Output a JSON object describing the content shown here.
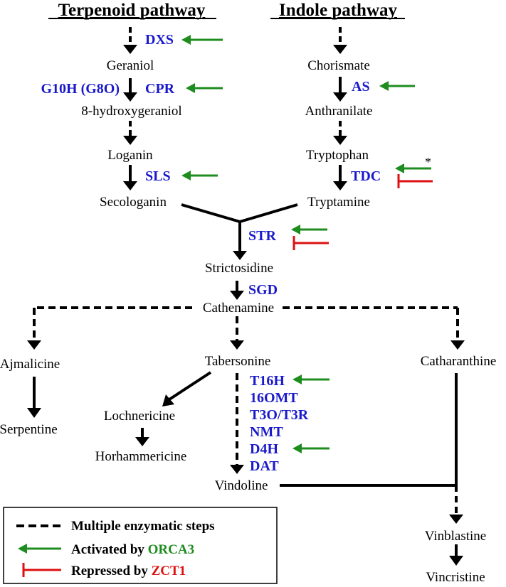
{
  "headers": {
    "terpenoid": "Terpenoid pathway",
    "indole": "Indole pathway"
  },
  "metabolites": {
    "geraniol": "Geraniol",
    "hydroxygeraniol": "8-hydroxygeraniol",
    "loganin": "Loganin",
    "secologanin": "Secologanin",
    "chorismate": "Chorismate",
    "anthranilate": "Anthranilate",
    "tryptophan": "Tryptophan",
    "tryptamine": "Tryptamine",
    "strictosidine": "Strictosidine",
    "cathenamine": "Cathenamine",
    "ajmalicine": "Ajmalicine",
    "serpentine": "Serpentine",
    "tabersonine": "Tabersonine",
    "lochnericine": "Lochnericine",
    "horhammericine": "Horhammericine",
    "catharanthine": "Catharanthine",
    "vindoline": "Vindoline",
    "vinblastine": "Vinblastine",
    "vincristine": "Vincristine"
  },
  "enzymes": {
    "dxs": "DXS",
    "g10h": "G10H (G8O)",
    "cpr": "CPR",
    "sls": "SLS",
    "as": "AS",
    "tdc": "TDC",
    "str": "STR",
    "sgd": "SGD",
    "t16h": "T16H",
    "omt": "16OMT",
    "t3o": "T3O/T3R",
    "nmt": "NMT",
    "d4h": "D4H",
    "dat": "DAT"
  },
  "footnote_mark": "*",
  "legend": {
    "dashed_label": "Multiple enzymatic steps",
    "activated_prefix": "Activated by ",
    "activated_tf": "ORCA3",
    "repressed_prefix": "Repressed by ",
    "repressed_tf": "ZCT1"
  },
  "colors": {
    "enzyme": "#1a1acc",
    "activation": "#1e8c1e",
    "repression": "#dd1111",
    "arrow": "#000000"
  }
}
